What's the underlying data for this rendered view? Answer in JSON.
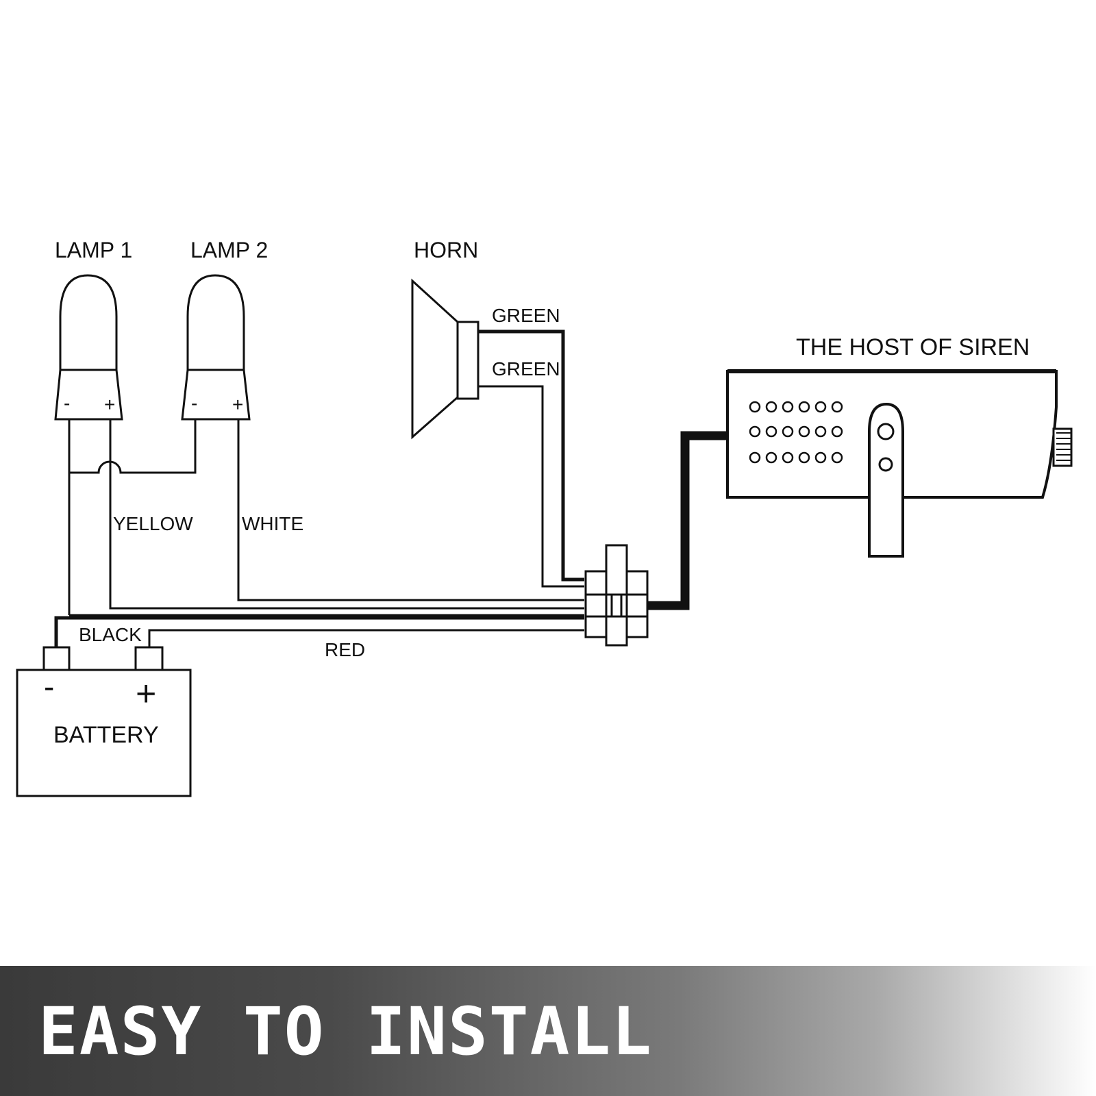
{
  "labels": {
    "lamp1": "LAMP 1",
    "lamp2": "LAMP 2",
    "horn": "HORN",
    "siren_host": "THE HOST OF SIREN",
    "battery": "BATTERY",
    "minus": "-",
    "plus": "+"
  },
  "wires": {
    "green_top": "GREEN",
    "green_bottom": "GREEN",
    "yellow": "YELLOW",
    "white": "WHITE",
    "black": "BLACK",
    "red": "RED"
  },
  "banner": {
    "text": "EASY TO INSTALL"
  }
}
